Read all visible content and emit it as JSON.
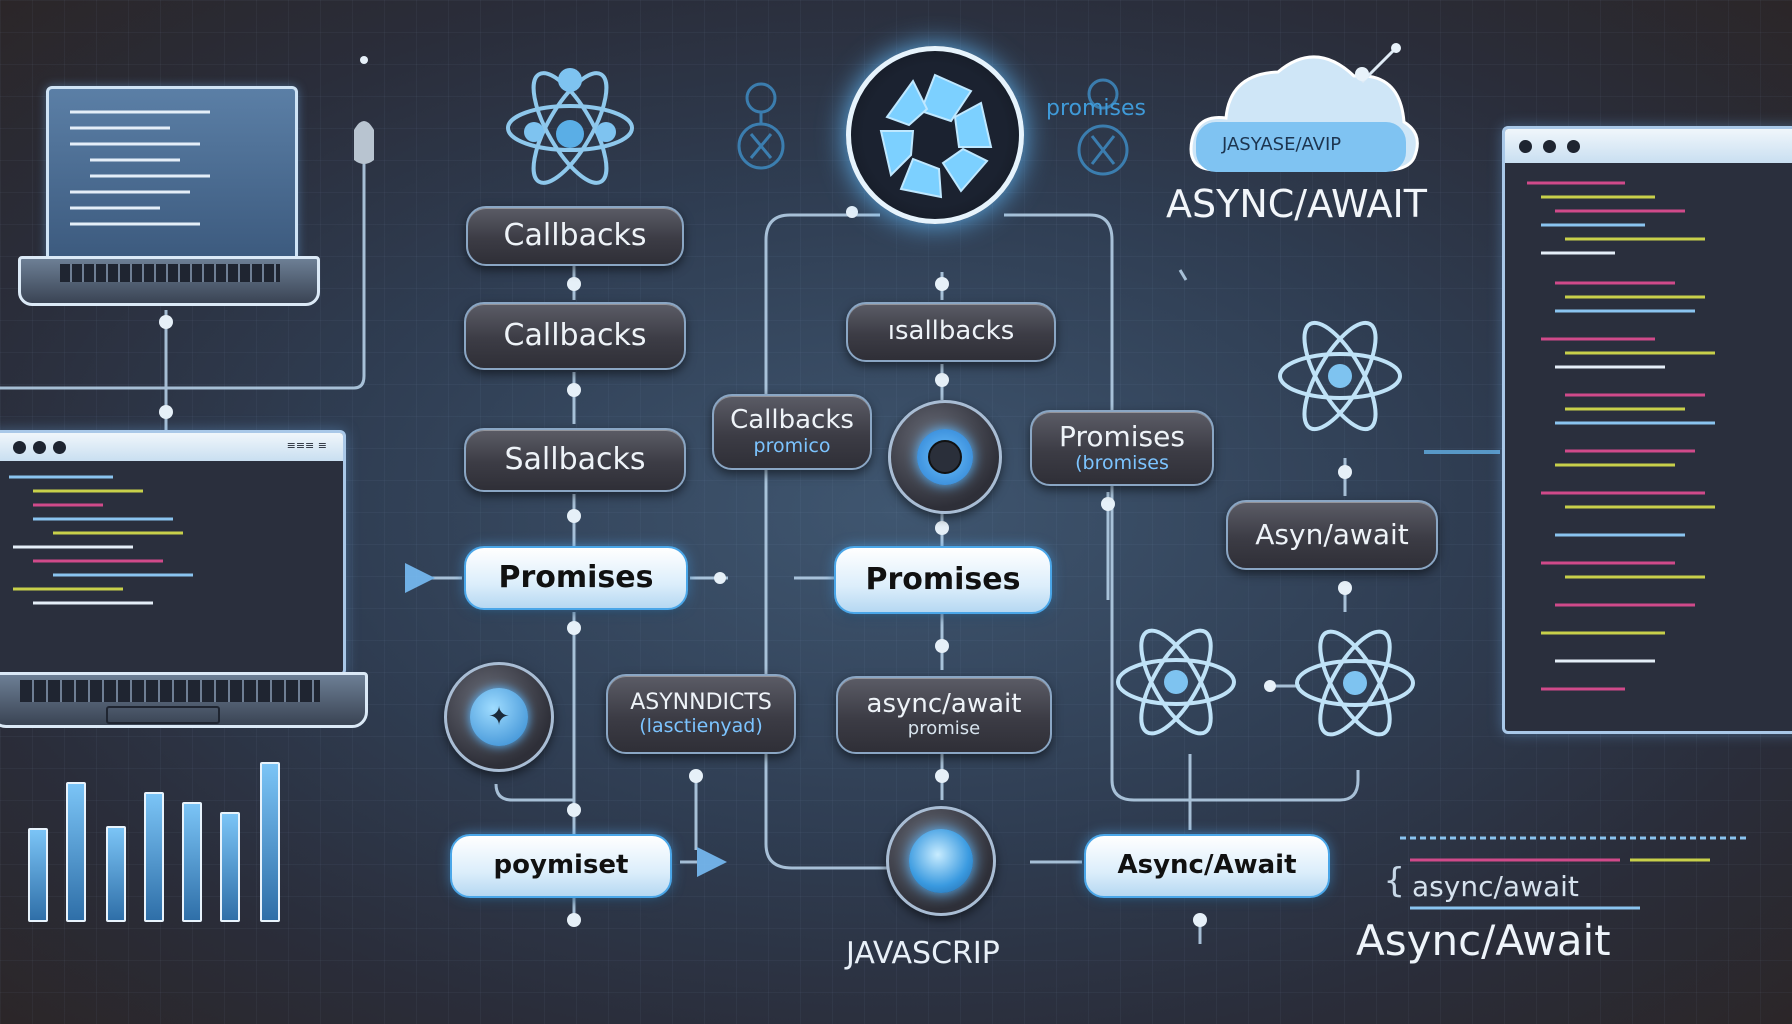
{
  "labels": {
    "callbacks_1": "Callbacks",
    "callbacks_2": "Callbacks",
    "sallbacks_left": "Sallbacks",
    "promises_left": "Promises",
    "asynndicts_line1": "ASYNNDICTS",
    "asynndicts_line2": "(lasctienyad)",
    "poymiset": "poymiset",
    "callbacks_promico_line1": "Callbacks",
    "callbacks_promico_line2": "promico",
    "sallbacks_center": "ısallbacks",
    "promises_center": "Promises",
    "async_await_center_line1": "async/await",
    "async_await_center_line2": "promise",
    "promises_right_line1": "Promises",
    "promises_right_line2": "(bromises",
    "asyn_await_right": "Asyn/await",
    "async_await_bottom": "Async/Await",
    "promises_top": "promises",
    "cloud_label": "JASYASE/AVIP",
    "async_await_top": "ASYNC/AWAIT",
    "javascript": "JAVASCRIP",
    "async_await_code_lower": "async/await",
    "async_await_code_large": "Async/Await",
    "code_window_toolbar": "≡≡≡ ≡"
  },
  "colors": {
    "accent_blue": "#4aa6e8",
    "glow_blue": "#7cc4ff",
    "code_pink": "#d04a8a",
    "code_yellow": "#c8d04a",
    "code_blue": "#8ac4f0"
  },
  "icons": [
    "atom-icon",
    "atom-icon",
    "atom-icon",
    "atom-icon",
    "aperture-logo",
    "cloud-icon",
    "laptop-icon",
    "bar-chart-icon"
  ]
}
